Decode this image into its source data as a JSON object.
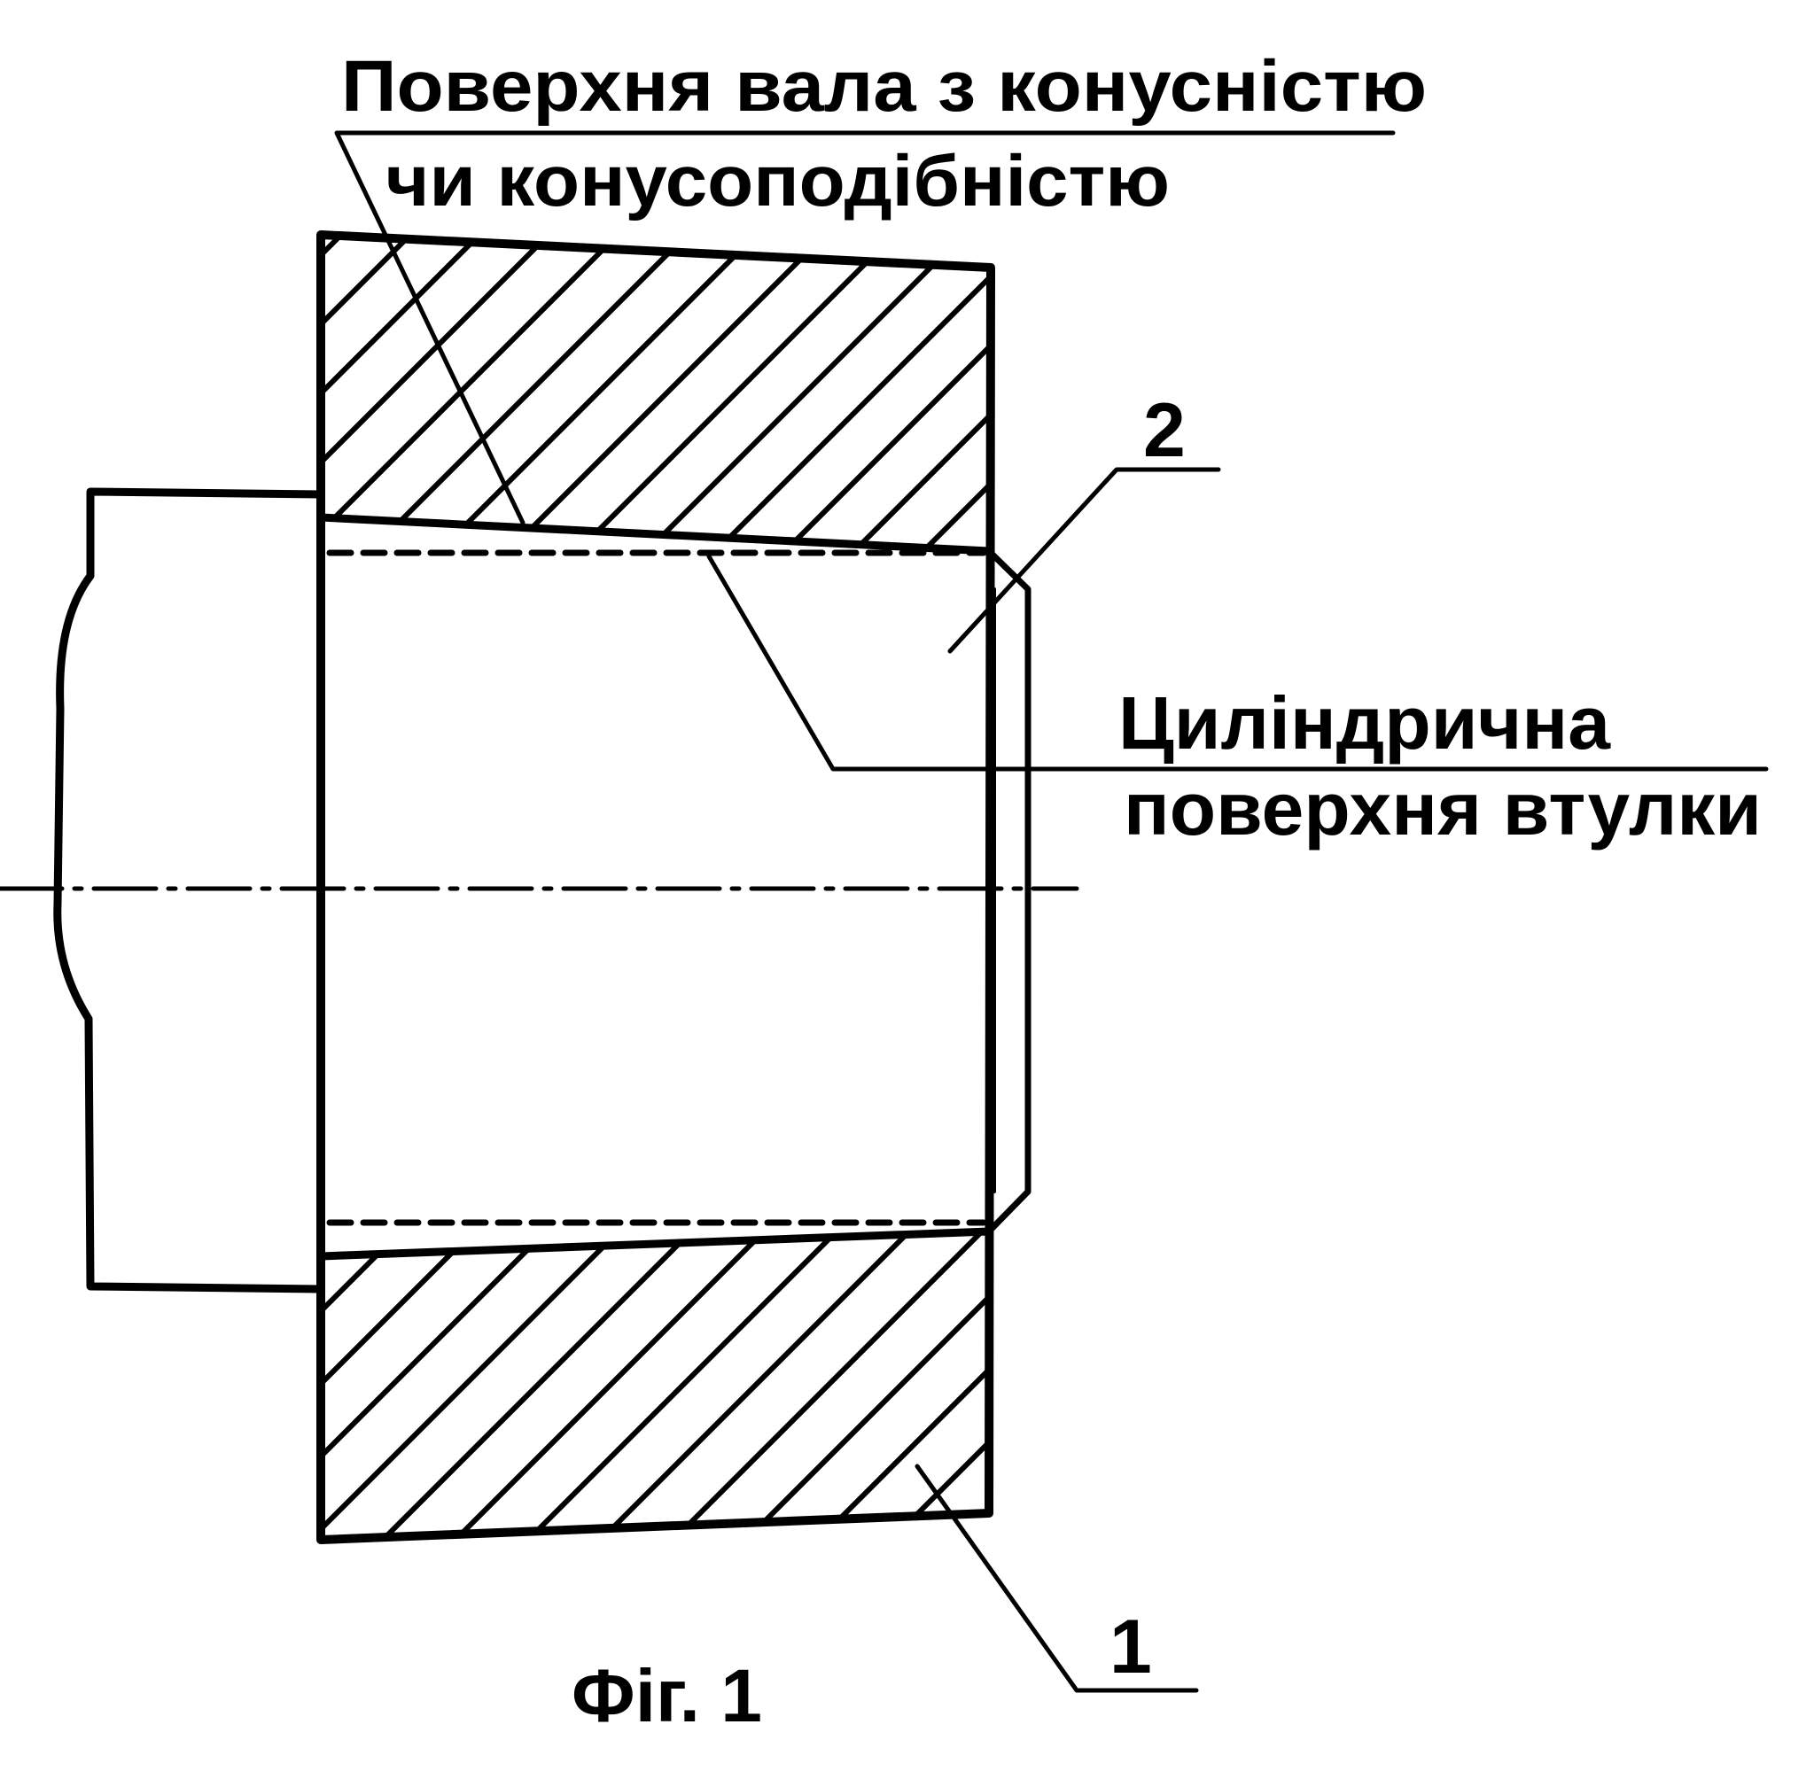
{
  "labels": {
    "shaft_surface_line1": "Поверхня вала з конусністю",
    "shaft_surface_line2": "чи конусоподібністю",
    "part_2": "2",
    "bushing_surface_line1": "Циліндрична",
    "bushing_surface_line2": "поверхня втулки",
    "part_1": "1",
    "figure_caption": "Фіг. 1"
  }
}
